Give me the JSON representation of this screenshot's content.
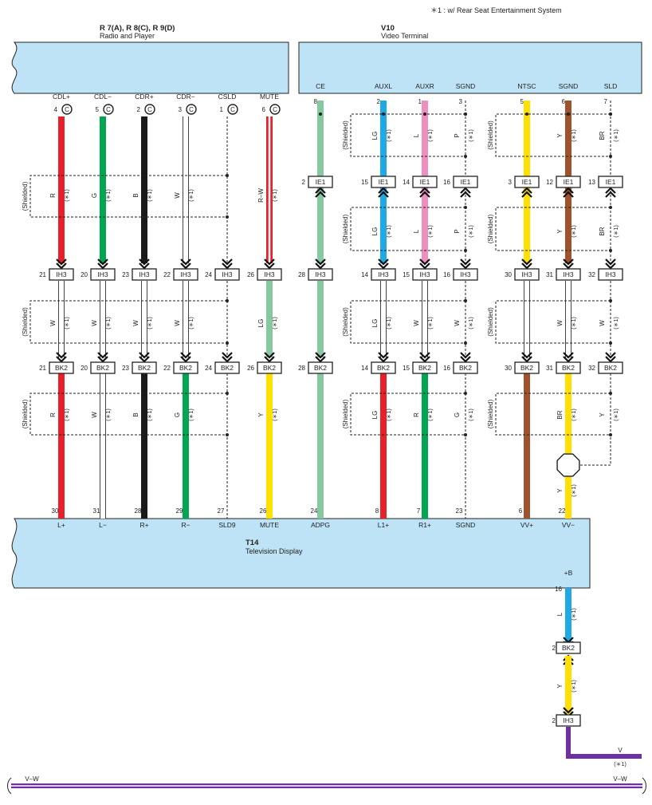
{
  "note": "＊1 : w/ Rear Seat Entertainment System",
  "radio": {
    "code": "R 7(A), R 8(C), R 9(D)",
    "name": "Radio and Player",
    "pins": [
      {
        "label": "CDL+",
        "num": "4",
        "conn": "C"
      },
      {
        "label": "CDL−",
        "num": "5",
        "conn": "C"
      },
      {
        "label": "CDR+",
        "num": "2",
        "conn": "C"
      },
      {
        "label": "CDR−",
        "num": "3",
        "conn": "C"
      },
      {
        "label": "CSLD",
        "num": "1",
        "conn": "C"
      },
      {
        "label": "MUTE",
        "num": "6",
        "conn": "C"
      }
    ]
  },
  "video": {
    "code": "V10",
    "name": "Video Terminal",
    "pins": [
      {
        "label": "CE",
        "num": "8"
      },
      {
        "label": "AUXL",
        "num": "2"
      },
      {
        "label": "AUXR",
        "num": "1"
      },
      {
        "label": "SGND",
        "num": "3"
      },
      {
        "label": "NTSC",
        "num": "5"
      },
      {
        "label": "SGND",
        "num": "6"
      },
      {
        "label": "SLD",
        "num": "7"
      }
    ]
  },
  "tv": {
    "code": "T14",
    "name": "Television Display",
    "pins": [
      {
        "label": "L+",
        "num": "30"
      },
      {
        "label": "L−",
        "num": "31"
      },
      {
        "label": "R+",
        "num": "28"
      },
      {
        "label": "R−",
        "num": "29"
      },
      {
        "label": "SLD9",
        "num": "27"
      },
      {
        "label": "MUTE",
        "num": "26"
      },
      {
        "label": "ADPG",
        "num": "24"
      },
      {
        "label": "L1+",
        "num": "8"
      },
      {
        "label": "R1+",
        "num": "7"
      },
      {
        "label": "SGND",
        "num": "23"
      },
      {
        "label": "VV+",
        "num": "6"
      },
      {
        "label": "VV−",
        "num": "22"
      }
    ],
    "plus_b": {
      "label": "+B",
      "num": "16"
    }
  },
  "connectors": {
    "ie1": {
      "name": "IE1",
      "pins": [
        "2",
        "15",
        "14",
        "16",
        "3",
        "12",
        "13"
      ]
    },
    "ih3_top": {
      "name": "IH3",
      "pins": [
        "21",
        "20",
        "23",
        "22",
        "24",
        "26",
        "28",
        "14",
        "15",
        "16",
        "30",
        "31",
        "32"
      ]
    },
    "bk2": {
      "name": "BK2",
      "pins": [
        "21",
        "20",
        "23",
        "22",
        "24",
        "26",
        "28",
        "14",
        "15",
        "16",
        "30",
        "31",
        "32"
      ]
    },
    "bk2_b": {
      "name": "BK2",
      "num": "2"
    },
    "ih3_b": {
      "name": "IH3",
      "num": "2"
    }
  },
  "wire_labels": {
    "seg_a": [
      "R",
      "G",
      "B",
      "W",
      "",
      "R–W",
      "LG",
      "L",
      "P",
      "",
      "Y",
      "BR"
    ],
    "seg_b": [
      "W",
      "W",
      "W",
      "W",
      "",
      "LG",
      "LG",
      "W",
      "W",
      "",
      "W",
      "W"
    ],
    "seg_c": [
      "R",
      "W",
      "B",
      "G",
      "",
      "Y",
      "LG",
      "R",
      "G",
      "",
      "BR",
      "Y"
    ],
    "vv_minus_tail": "Y",
    "plus_b_top": "L",
    "plus_b_bottom": "Y",
    "violet": "V",
    "bottom_bus": "V–W"
  },
  "shielded": "(Shielded)",
  "footnote": "(＊1)",
  "colors": {
    "box": "#bfe3f6",
    "red": "#e8202a",
    "green": "#00a651",
    "black": "#1a1a1a",
    "white_wire": "#ffffff",
    "lightgreen": "#86c8a0",
    "blue": "#1fa9e5",
    "pink": "#ef8fc0",
    "yellow": "#ffe000",
    "brown": "#a0522d",
    "violet": "#7030a0"
  }
}
